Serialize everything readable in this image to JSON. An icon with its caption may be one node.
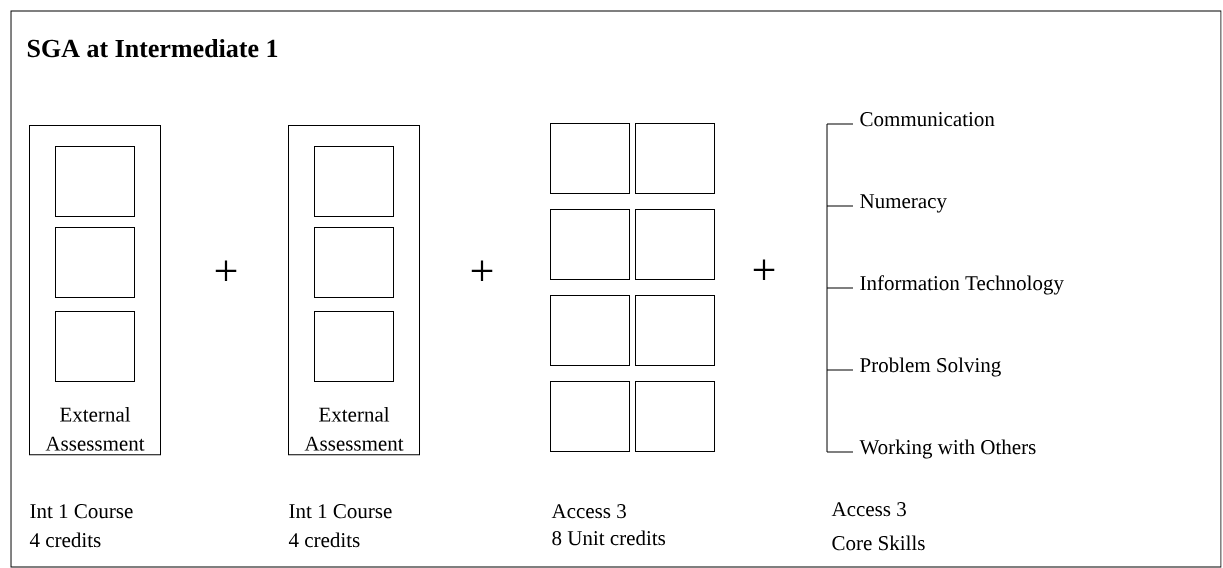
{
  "diagram": {
    "title": "SGA at Intermediate 1",
    "nodes": [
      {
        "text": [
          "External Assessment"
        ]
      },
      {
        "text": [],
        "shape": "box",
        "in": 0
      },
      {
        "text": [],
        "shape": "box",
        "in": 0
      },
      {
        "text": [],
        "shape": "box",
        "in": 0
      },
      {
        "text": [
          "External Assessment"
        ]
      },
      {
        "text": [],
        "shape": "box",
        "in": 4
      },
      {
        "text": [],
        "shape": "box",
        "in": 4
      },
      {
        "text": [],
        "shape": "box",
        "in": 4
      },
      {
        "text": [],
        "shape": "box"
      },
      {
        "text": [],
        "shape": "box"
      },
      {
        "text": [],
        "shape": "box"
      },
      {
        "text": [],
        "shape": "box"
      },
      {
        "text": [],
        "shape": "box"
      },
      {
        "text": [],
        "shape": "box"
      },
      {
        "text": [],
        "shape": "box"
      },
      {
        "text": [],
        "shape": "box"
      }
    ],
    "labels": [
      "Communication",
      "Numeracy",
      "+",
      "+",
      "+",
      "Information Technology",
      "Problem Solving",
      "Working with Others",
      "Int 1 Course",
      "Int 1 Course",
      "Access 3",
      "Access 3",
      "4 credits",
      "4 credits",
      "8 Unit credits",
      "Core Skills"
    ]
  }
}
